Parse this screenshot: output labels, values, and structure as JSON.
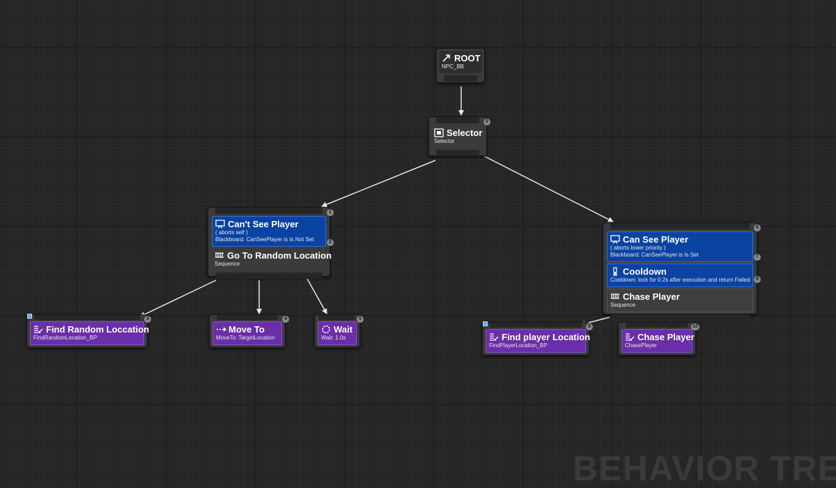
{
  "root": {
    "title": "ROOT",
    "subtitle": "NPC_BB"
  },
  "selector": {
    "title": "Selector",
    "subtitle": "Selector",
    "index": "0"
  },
  "left_branch": {
    "index": "1",
    "decorator": {
      "title": "Can't See Player",
      "line1": "( aborts self )",
      "line2": "Blackboard: CanSeePlayer is Is Not Set",
      "index": "2"
    },
    "composite": {
      "title": "Go To Random Location",
      "subtitle": "Sequence"
    }
  },
  "right_branch": {
    "index": "6",
    "decorator": {
      "title": "Can See Player",
      "line1": "( aborts lower priority )",
      "line2": "Blackboard: CanSeePlayer is Is Set",
      "index": "7"
    },
    "cooldown": {
      "title": "Cooldown",
      "subtitle": "Cooldown: lock for 0.2s after execution and return Failed",
      "index": "8"
    },
    "composite": {
      "title": "Chase Player",
      "subtitle": "Sequence"
    }
  },
  "tasks": {
    "find_random": {
      "title": "Find Random Loccation",
      "subtitle": "FindRandomLocation_BP",
      "index": "3"
    },
    "move_to": {
      "title": "Move To",
      "subtitle": "MoveTo: TargetLocation",
      "index": "4"
    },
    "wait": {
      "title": "Wait",
      "subtitle": "Wait: 1.0s",
      "index": "5"
    },
    "find_player": {
      "title": "Find player Location",
      "subtitle": "FindPlayerLocation_BP",
      "index": "9"
    },
    "chase_player": {
      "title": "Chase Player",
      "subtitle": "ChasePlayer",
      "index": "10"
    }
  },
  "watermark": "BEHAVIOR TREE",
  "colors": {
    "background": "#262626",
    "decorator": "#0a43a2",
    "task": "#6a2ea8",
    "wire": "#e8e8e8"
  },
  "icons": {
    "root": "root-arrow-icon",
    "selector": "selector-icon",
    "decorator": "monitor-icon",
    "sequence": "sequence-icon",
    "task": "task-list-icon",
    "move": "move-arrow-icon",
    "wait": "wait-spinner-icon",
    "cooldown": "cooldown-icon"
  }
}
